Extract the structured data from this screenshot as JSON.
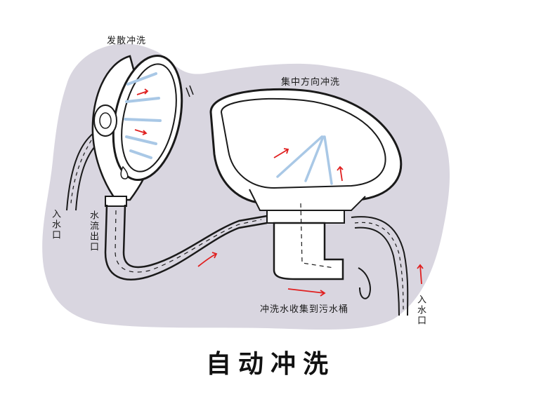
{
  "labels": {
    "diffuse_wash": "发散冲洗",
    "focused_wash": "集中方向冲洗",
    "inlet_left": "入水口",
    "outlet": "水流出口",
    "inlet_right": "入水口",
    "collect": "冲洗水收集到污水桶"
  },
  "caption": "自动冲洗",
  "colors": {
    "background_blob": "#d9d6e0",
    "outline": "#1a1a1a",
    "arrow_red": "#e02020",
    "water_blue": "#a9c8e6"
  }
}
